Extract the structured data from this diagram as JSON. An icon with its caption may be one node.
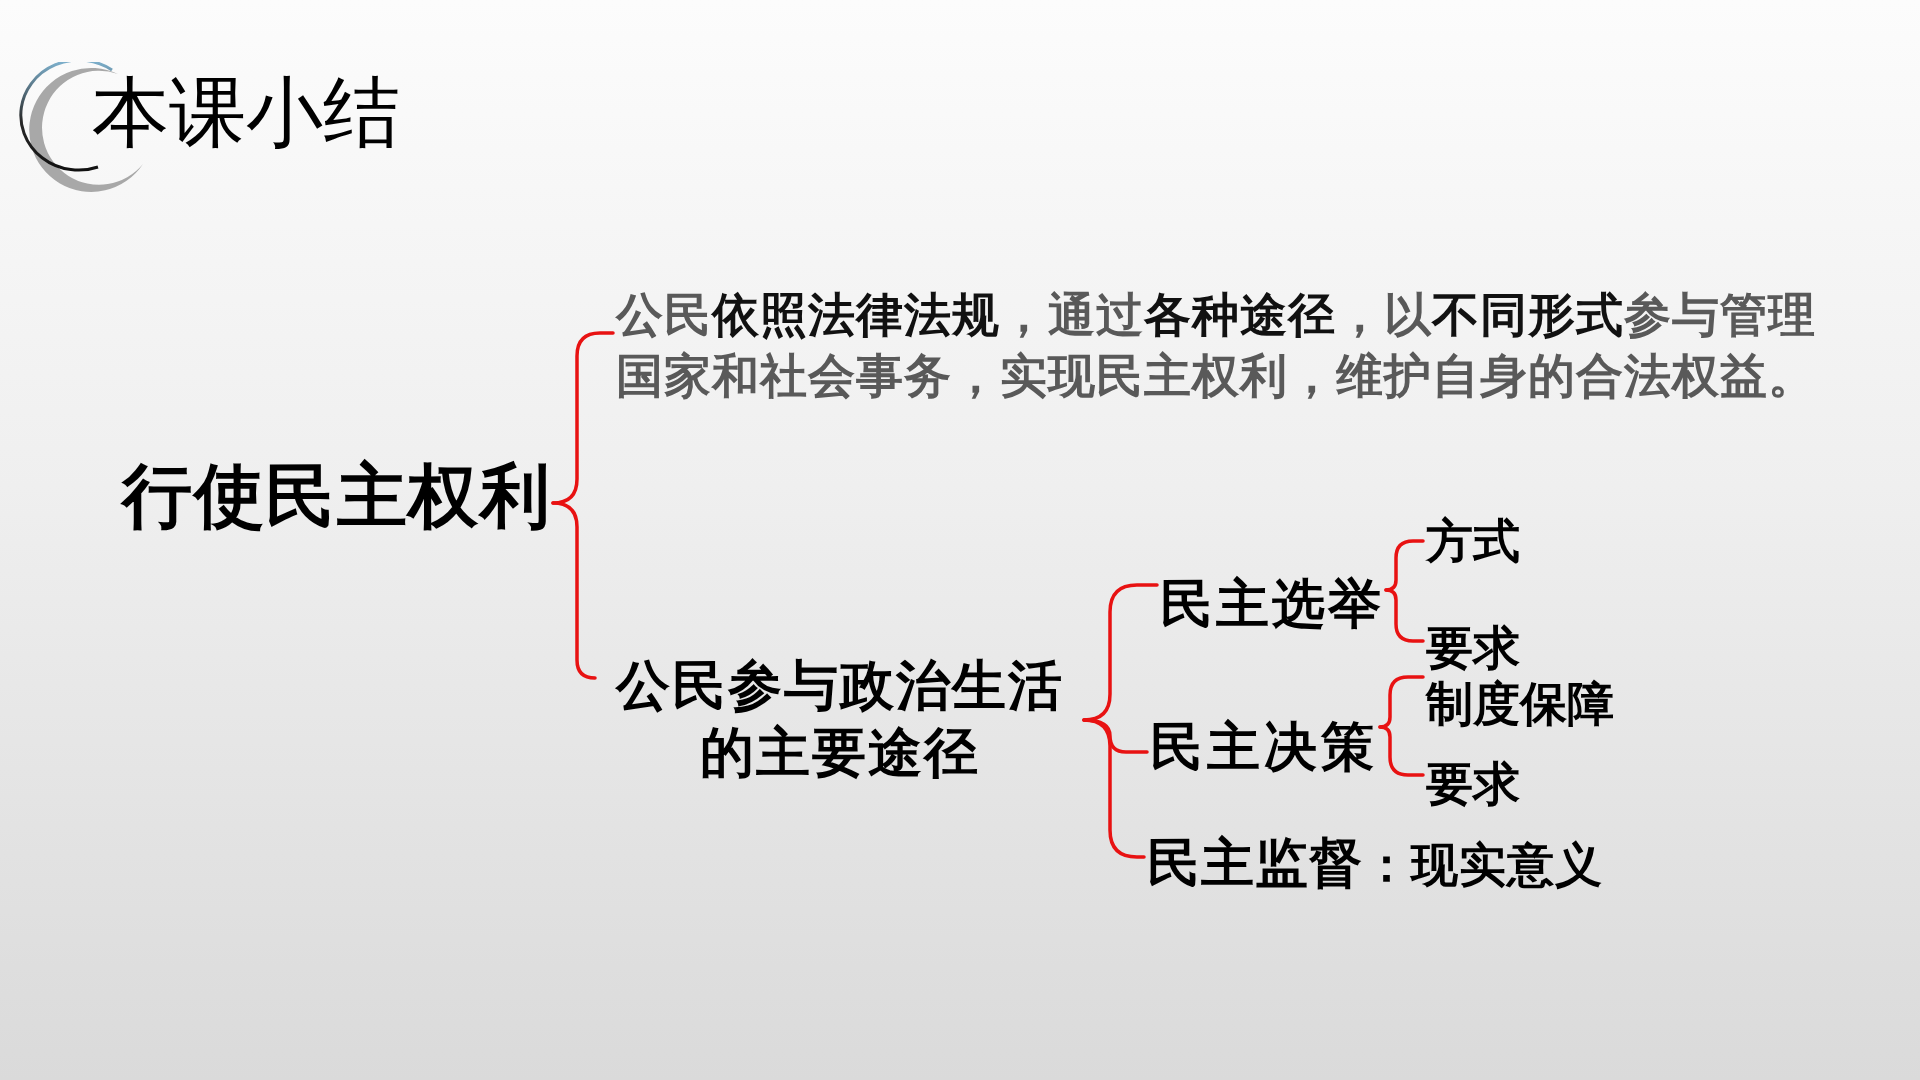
{
  "diagram": {
    "title": "本课小结",
    "nodes": [
      {
        "text": [
          "行使民主权利"
        ]
      },
      {
        "text": [
          "公民**依照法律法规**，通过**各种途径**，以**不同形式**参与管理国家和社会事务，实现民主权利，维护自身的合法权益。"
        ]
      },
      {
        "text": [
          "公民参与政治生活的主要途径"
        ]
      },
      {
        "text": [
          "民主选举"
        ]
      },
      {
        "text": [
          "方式"
        ]
      },
      {
        "text": [
          "要求"
        ]
      },
      {
        "text": [
          "民主决策"
        ]
      },
      {
        "text": [
          "制度保障"
        ]
      },
      {
        "text": [
          "要求"
        ]
      },
      {
        "text": [
          "民主监督",
          "：现实意义"
        ]
      }
    ],
    "edges": [
      {
        "from": 0,
        "to": 1,
        "arrow": "none"
      },
      {
        "from": 0,
        "to": 2,
        "arrow": "none"
      },
      {
        "from": 2,
        "to": 3,
        "arrow": "none"
      },
      {
        "from": 2,
        "to": 6,
        "arrow": "none"
      },
      {
        "from": 2,
        "to": 9,
        "arrow": "none"
      },
      {
        "from": 3,
        "to": 4,
        "arrow": "none"
      },
      {
        "from": 3,
        "to": 5,
        "arrow": "none"
      },
      {
        "from": 6,
        "to": 7,
        "arrow": "none"
      },
      {
        "from": 6,
        "to": 8,
        "arrow": "none"
      }
    ]
  }
}
